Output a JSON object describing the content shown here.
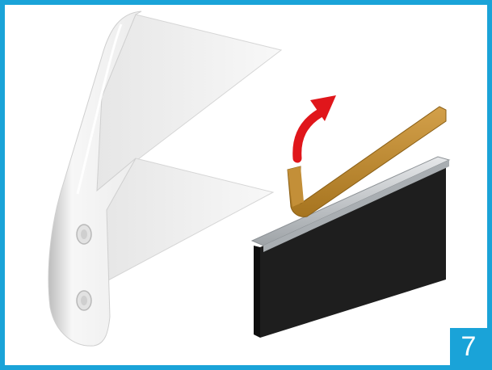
{
  "illustration": {
    "step_number": "7",
    "colors": {
      "frame_border": "#1aa3d8",
      "badge_background": "#1aa3d8",
      "badge_text": "#ffffff",
      "arrow": "#e0161b",
      "adhesive_backing": "#b8862e",
      "brush_strip": "#1e1e1e",
      "metal_rail": "#c9cdd0",
      "bracket_body": "#f4f4f4"
    },
    "icons": [
      "bracket-part",
      "brush-strip",
      "adhesive-liner",
      "peel-up-arrow",
      "screw-hole-icon"
    ]
  }
}
